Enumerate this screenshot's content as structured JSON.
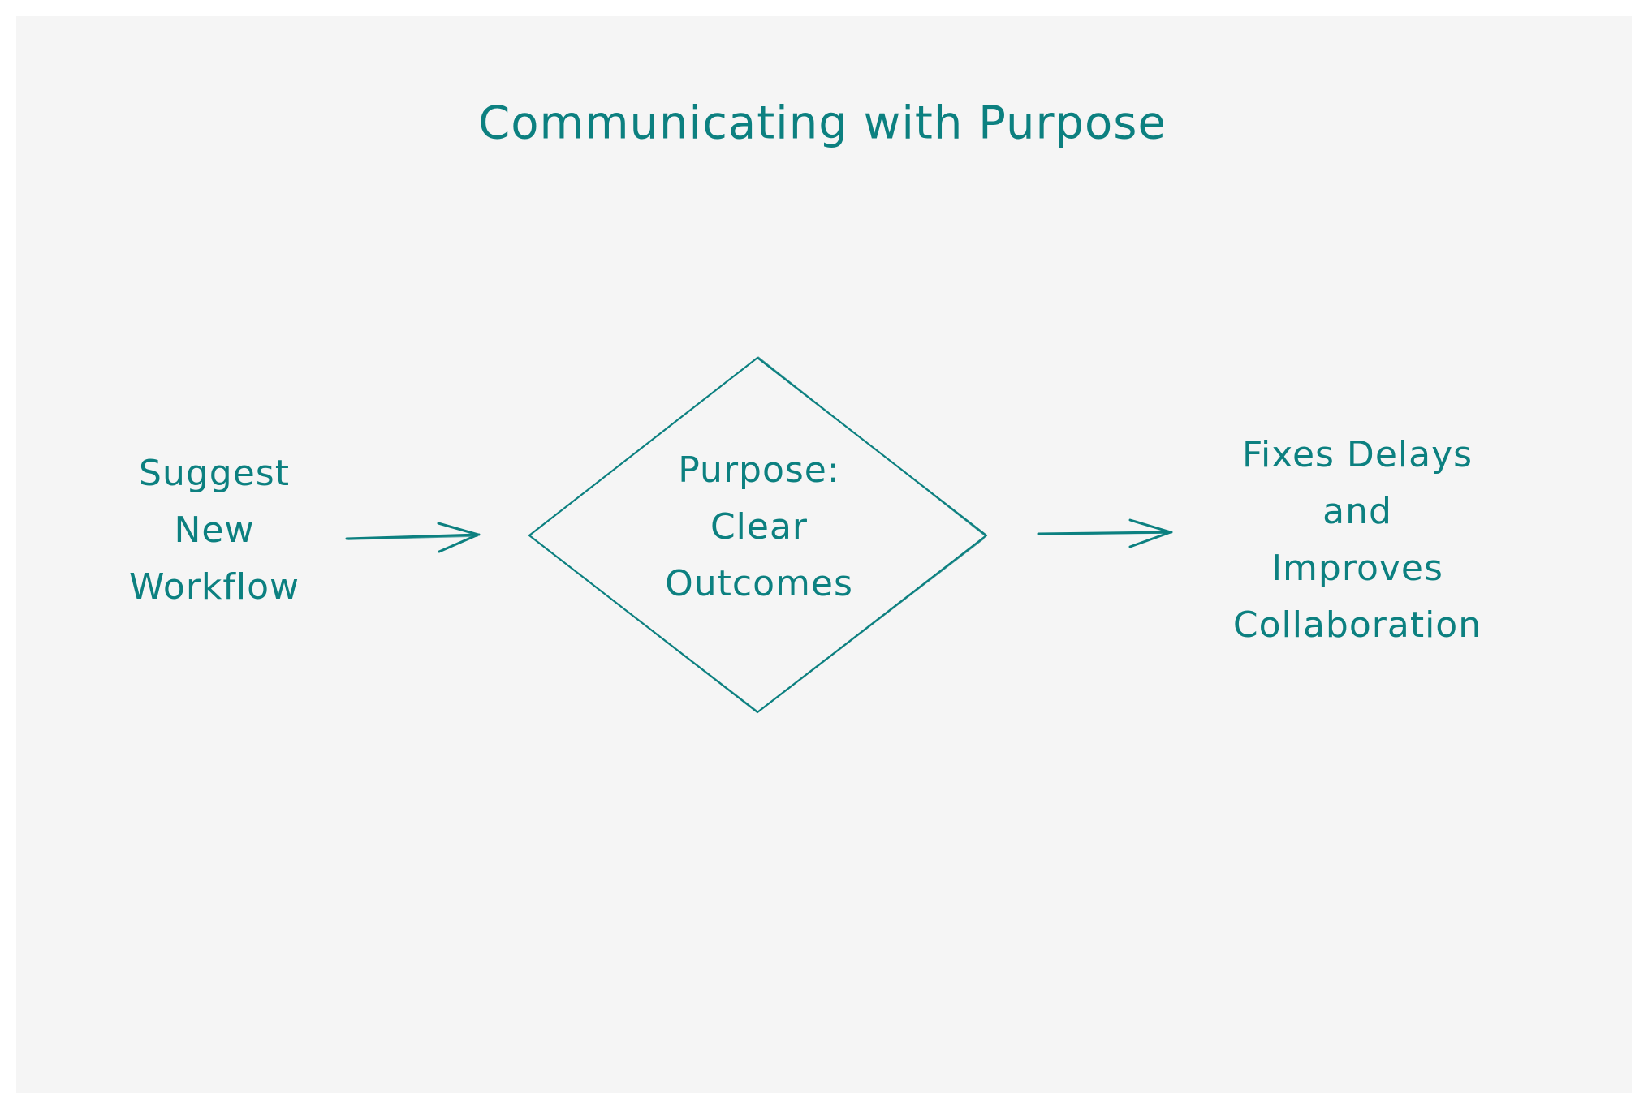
{
  "diagram": {
    "title": "Communicating with Purpose",
    "accent_color": "#0c8080",
    "background_color": "#f5f5f5",
    "nodes": [
      {
        "id": "input",
        "shape": "text",
        "label": "Suggest\nNew\nWorkflow"
      },
      {
        "id": "decision",
        "shape": "diamond",
        "label": "Purpose:\nClear\nOutcomes"
      },
      {
        "id": "result",
        "shape": "text",
        "label": "Fixes Delays\nand\nImproves\nCollaboration"
      }
    ],
    "edges": [
      {
        "from": "input",
        "to": "decision",
        "style": "arrow"
      },
      {
        "from": "decision",
        "to": "result",
        "style": "arrow"
      }
    ]
  }
}
